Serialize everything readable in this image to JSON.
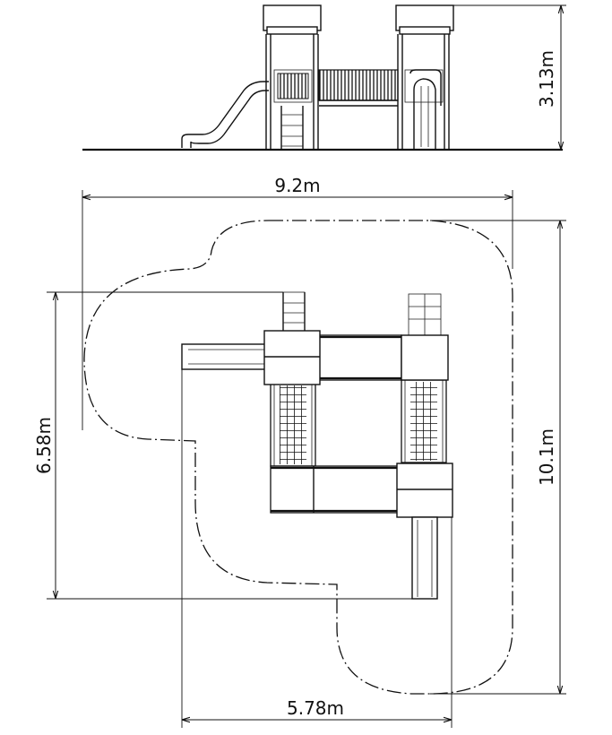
{
  "dimensions": {
    "height": "3.13m",
    "overall_width": "9.2m",
    "depth_left": "6.58m",
    "depth_right": "10.1m",
    "bottom_width": "5.78m"
  },
  "colors": {
    "line": "#111111",
    "background": "#ffffff"
  }
}
